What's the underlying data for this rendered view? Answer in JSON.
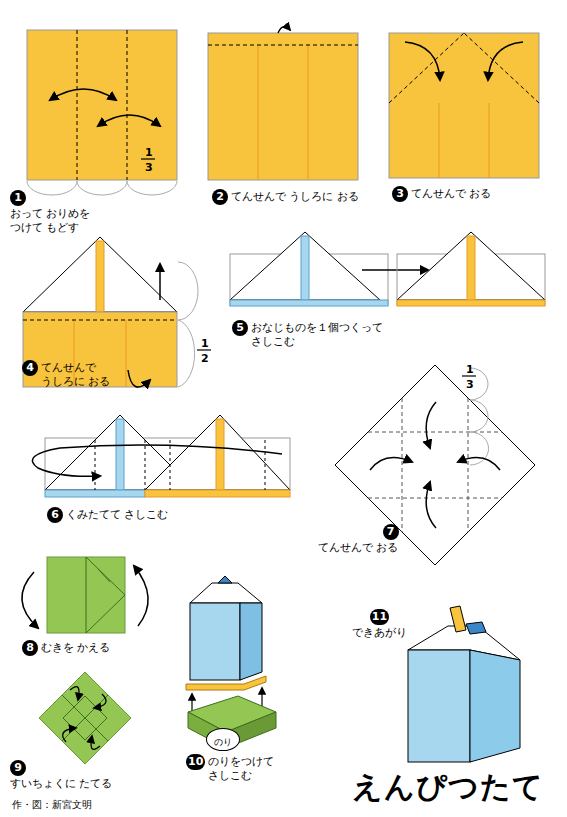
{
  "diagram": {
    "title": "えんぴつたて",
    "nodes": [
      {
        "text": [
          "1",
          "おって おりめを つけて もどす"
        ]
      },
      {
        "text": [
          "2",
          "てんせんで うしろに おる"
        ]
      },
      {
        "text": [
          "3",
          "てんせんで おる"
        ]
      },
      {
        "text": [
          "4",
          "てんせんで うしろに おる"
        ]
      },
      {
        "text": [
          "5",
          "おなじものを１個つくって さしこむ"
        ]
      },
      {
        "text": [
          "6",
          "くみたてて さしこむ"
        ]
      },
      {
        "text": [
          "7",
          "てんせんで おる"
        ]
      },
      {
        "text": [
          "8",
          "むきを かえる"
        ]
      },
      {
        "text": [
          "9",
          "すいちょくに たてる"
        ]
      },
      {
        "text": [
          "のり"
        ]
      },
      {
        "text": [
          "10",
          "のりをつけて さしこむ"
        ]
      },
      {
        "text": [
          "11",
          "できあがり"
        ]
      }
    ],
    "labels": [
      "1",
      "3",
      "1",
      "2",
      "1",
      "3",
      "作・図：新宮文明"
    ]
  }
}
